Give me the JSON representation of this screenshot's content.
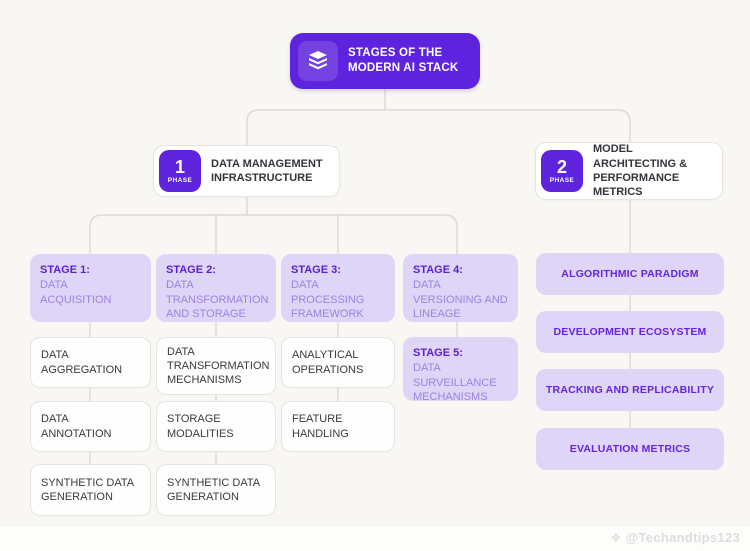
{
  "colors": {
    "background": "#f8f7f4",
    "accent_purple": "#5e24dd",
    "lavender_fill": "#ded5f7",
    "stage_title_purple": "#5b21ce",
    "stage_body_purple": "#9c82e2",
    "metric_text_purple": "#6526d9",
    "leaf_text": "#3a3a3e",
    "connector_gray": "#ddd8d3",
    "leaf_border": "#e7e4e0"
  },
  "root": {
    "icon": "layers-stack-icon",
    "title_line1": "STAGES OF THE",
    "title_line2": "MODERN AI STACK"
  },
  "phase1": {
    "number": "1",
    "badge": "PHASE",
    "title": "DATA MANAGEMENT INFRASTRUCTURE"
  },
  "phase2": {
    "number": "2",
    "badge": "PHASE",
    "title": "MODEL ARCHITECTING & PERFORMANCE METRICS",
    "items": [
      "ALGORITHMIC PARADIGM",
      "DEVELOPMENT ECOSYSTEM",
      "TRACKING AND REPLICABILITY",
      "EVALUATION METRICS"
    ]
  },
  "stage1": {
    "label": "STAGE 1:",
    "name": "DATA ACQUISITION",
    "children": [
      "DATA AGGREGATION",
      "DATA ANNOTATION",
      "SYNTHETIC DATA GENERATION"
    ]
  },
  "stage2": {
    "label": "STAGE 2:",
    "name": "DATA TRANSFORMATION AND STORAGE",
    "children": [
      "DATA TRANSFORMATION MECHANISMS",
      "STORAGE MODALITIES",
      "SYNTHETIC DATA GENERATION"
    ]
  },
  "stage3": {
    "label": "STAGE 3:",
    "name": "DATA PROCESSING FRAMEWORK",
    "children": [
      "ANALYTICAL OPERATIONS",
      "FEATURE HANDLING"
    ]
  },
  "stage4": {
    "label": "STAGE 4:",
    "name": "DATA VERSIONING AND LINEAGE"
  },
  "stage5": {
    "label": "STAGE 5:",
    "name": "DATA SURVEILLANCE MECHANISMS"
  },
  "watermark": {
    "icon": "diamond-icon",
    "text": "@Techandtips123"
  }
}
